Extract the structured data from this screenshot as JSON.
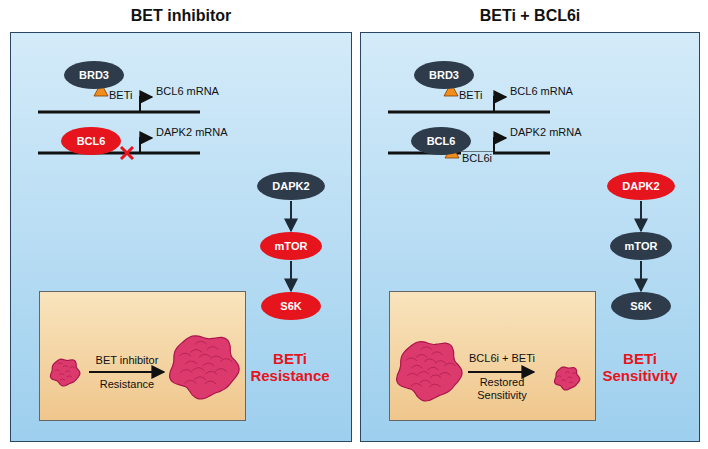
{
  "diagram": {
    "nodes": [
      {
        "text": [
          "BET inhibitor"
        ]
      },
      {
        "text": [
          "BRD3"
        ],
        "in": 0
      },
      {
        "text": [
          "BCL6"
        ],
        "in": 0
      },
      {
        "text": [
          "DAPK2"
        ],
        "in": 0
      },
      {
        "text": [
          "mTOR"
        ],
        "in": 0
      },
      {
        "text": [
          "S6K"
        ],
        "in": 0
      },
      {
        "text": [
          "BET inhibitor",
          "Resistance"
        ],
        "in": 0
      },
      {
        "text": [
          "BETi + BCL6i"
        ]
      },
      {
        "text": [
          "BRD3"
        ],
        "in": 7
      },
      {
        "text": [
          "BCL6"
        ],
        "in": 7
      },
      {
        "text": [
          "DAPK2"
        ],
        "in": 7
      },
      {
        "text": [
          "mTOR"
        ],
        "in": 7
      },
      {
        "text": [
          "S6K"
        ],
        "in": 7
      },
      {
        "text": [
          "BCL6i + BETi",
          "Restored Sensitivity"
        ],
        "in": 7
      }
    ],
    "edges": [
      {
        "from": 3,
        "to": 4,
        "arrow": "to"
      },
      {
        "from": 4,
        "to": 5,
        "arrow": "to"
      },
      {
        "from": 10,
        "to": 11,
        "arrow": "to"
      },
      {
        "from": 11,
        "to": 12,
        "arrow": "to"
      }
    ],
    "labels": [
      "BETi",
      "BCL6 mRNA",
      "DAPK2 mRNA",
      "BETi Resistance",
      "BETi",
      "BCL6 mRNA",
      "BCL6i",
      "DAPK2 mRNA",
      "BETi Sensitivity"
    ]
  }
}
